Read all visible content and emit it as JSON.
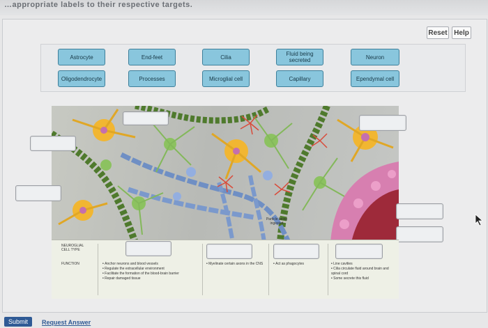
{
  "header": {
    "cut_title": "…appropriate labels to their respective targets."
  },
  "toolbar": {
    "reset_label": "Reset",
    "help_label": "Help"
  },
  "label_bank": {
    "row1": [
      "Astrocyte",
      "End-feet",
      "Cilia",
      "Fluid being secreted",
      "Neuron"
    ],
    "row2": [
      "Oligodendrocyte",
      "Processes",
      "Microglial cell",
      "Capillary",
      "Ependymal cell"
    ]
  },
  "figure": {
    "particle_label": "Particle being ingested",
    "neuroglial_row_label": "NEUROGLIAL CELL TYPE",
    "function_row_label": "FUNCTION",
    "functions": {
      "astrocyte": [
        "Anchor neurons and blood vessels",
        "Regulate the extracellular environment",
        "Facilitate the formation of the blood-brain barrier",
        "Repair damaged tissue"
      ],
      "oligodendrocyte": [
        "Myelinate certain axons in the CNS"
      ],
      "microglial": [
        "Act as phagocytes"
      ],
      "ependymal": [
        "Line cavities",
        "Cilia circulate fluid around brain and spinal cord",
        "Some secrete this fluid"
      ]
    }
  },
  "footer": {
    "submit_label": "Submit",
    "request_label": "Request Answer"
  },
  "colors": {
    "chip": "#89c6dd",
    "submit": "#2f5a95"
  }
}
